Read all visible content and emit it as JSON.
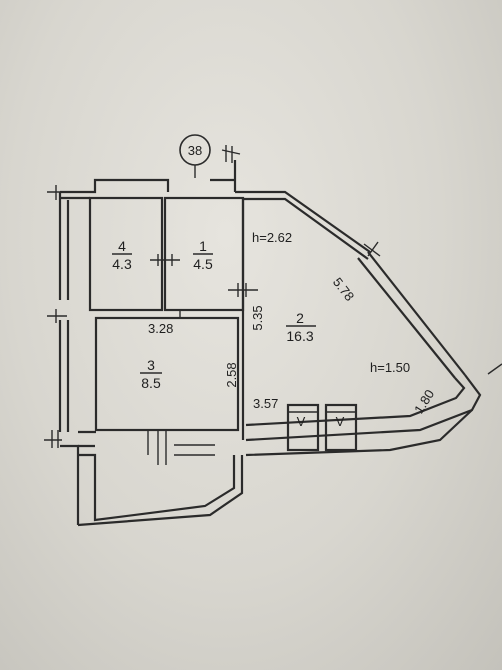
{
  "plan": {
    "axis_marker": "38",
    "rooms": [
      {
        "number": "1",
        "area": "4.5"
      },
      {
        "number": "2",
        "area": "16.3"
      },
      {
        "number": "3",
        "area": "8.5"
      },
      {
        "number": "4",
        "area": "4.3"
      }
    ],
    "heights": {
      "main": "h=2.62",
      "low": "h=1.50"
    },
    "dimensions": {
      "diagonal": "5.78",
      "wall_length": "5.35",
      "room3_width": "3.28",
      "room3_depth": "2.58",
      "balcony_length": "3.57",
      "balcony_end": "1.80"
    },
    "vent_mark": "V"
  }
}
